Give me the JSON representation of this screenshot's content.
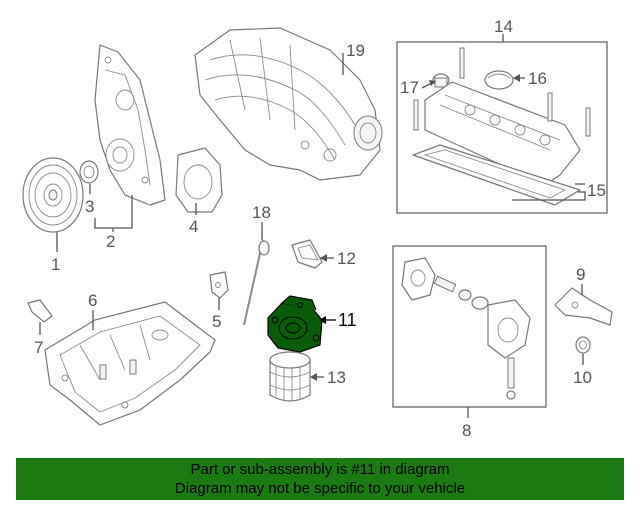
{
  "callouts": {
    "c1": "1",
    "c2": "2",
    "c3": "3",
    "c4": "4",
    "c5": "5",
    "c6": "6",
    "c7": "7",
    "c8": "8",
    "c9": "9",
    "c10": "10",
    "c11": "11",
    "c12": "12",
    "c13": "13",
    "c14": "14",
    "c15": "15",
    "c16": "16",
    "c17": "17",
    "c18": "18",
    "c19": "19"
  },
  "highlight_color": "#0a5c0a",
  "footer": {
    "line1": "Part or sub-assembly is #11 in diagram",
    "line2": "Diagram may not be specific to your vehicle",
    "background": "#1c7a12"
  }
}
